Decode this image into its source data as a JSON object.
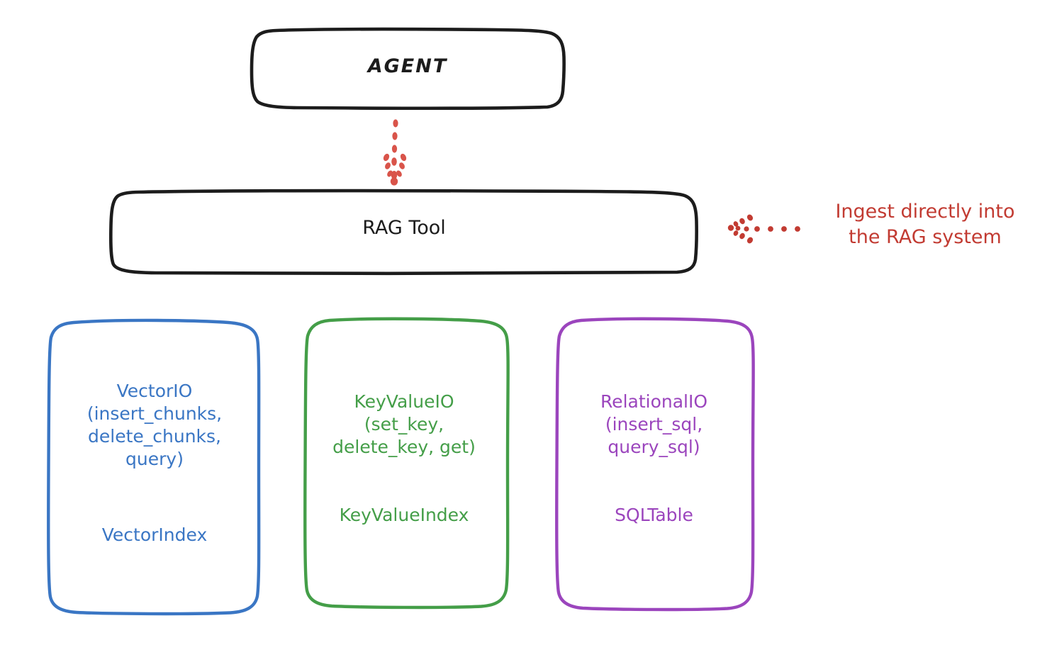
{
  "diagram": {
    "title_node": {
      "label": "AGENT"
    },
    "tool_node": {
      "label": "RAG Tool"
    },
    "annotation": {
      "text": "Ingest directly into\nthe RAG system",
      "color": "#c23b32",
      "arrow": "dotted-arrow-left-icon"
    },
    "colors": {
      "black": "#1c1c1c",
      "blue": "#3a76c4",
      "green": "#449e48",
      "purple": "#9b45bd",
      "red": "#c23b32",
      "background": "#ffffff"
    },
    "edges": [
      {
        "from": "AGENT",
        "to": "RAG Tool",
        "style": "dotted",
        "color": "#c23b32",
        "arrow": "down"
      }
    ],
    "leaves": [
      {
        "name": "VectorIO",
        "color": "#3a76c4",
        "methods_text": "VectorIO\n(insert_chunks,\ndelete_chunks,\nquery)",
        "index_text": "VectorIndex"
      },
      {
        "name": "KeyValueIO",
        "color": "#449e48",
        "methods_text": "KeyValueIO\n(set_key,\ndelete_key, get)",
        "index_text": "KeyValueIndex"
      },
      {
        "name": "RelationalIO",
        "color": "#9b45bd",
        "methods_text": "RelationalIO\n(insert_sql,\nquery_sql)",
        "index_text": "SQLTable"
      }
    ]
  }
}
